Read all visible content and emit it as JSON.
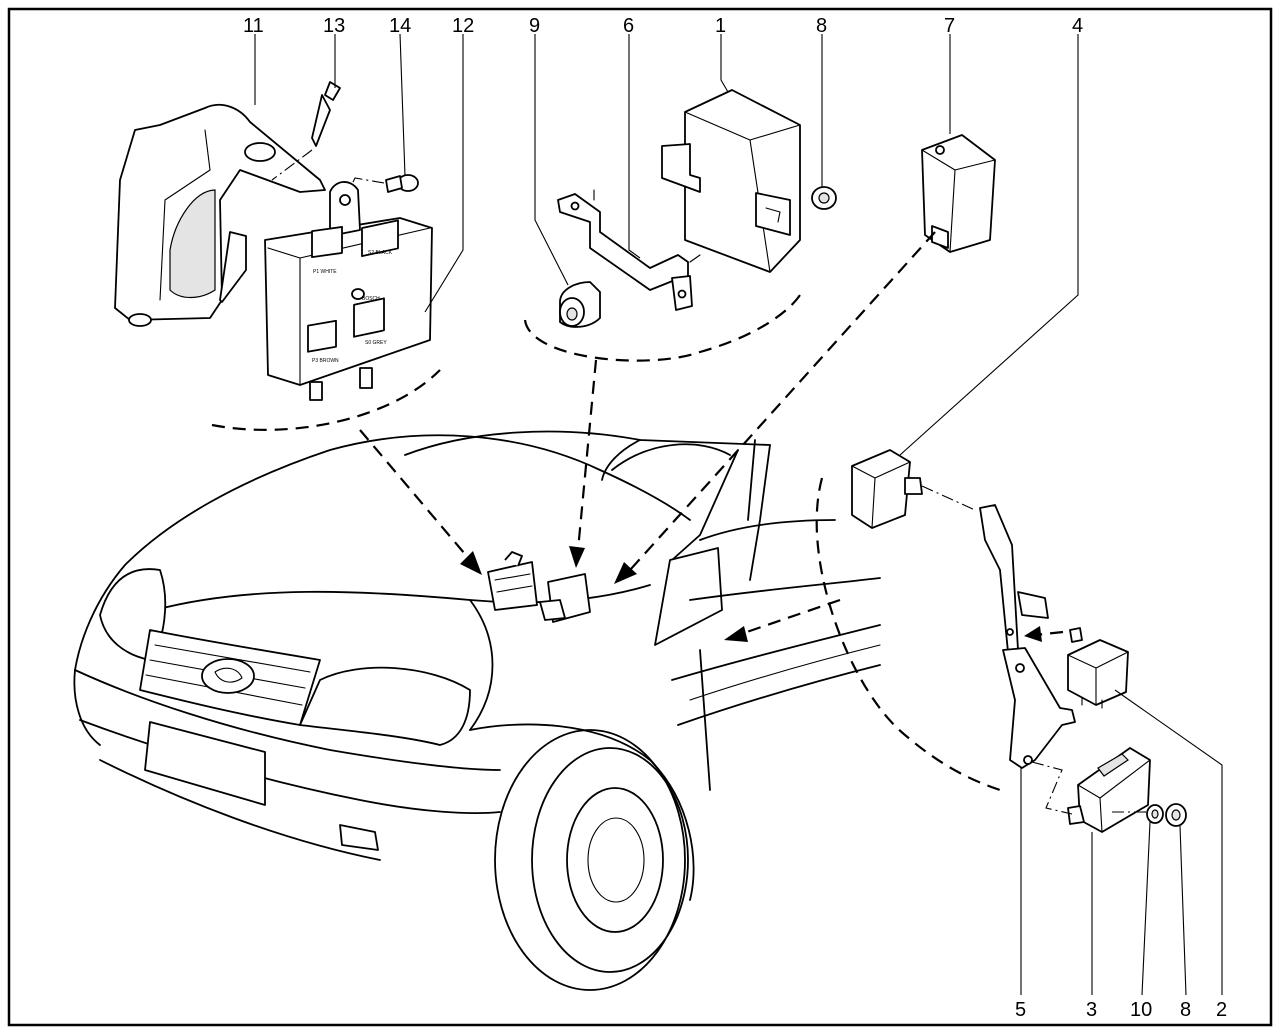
{
  "callouts": [
    {
      "id": "c11",
      "label": "11"
    },
    {
      "id": "c13",
      "label": "13"
    },
    {
      "id": "c14",
      "label": "14"
    },
    {
      "id": "c12",
      "label": "12"
    },
    {
      "id": "c9",
      "label": "9"
    },
    {
      "id": "c6",
      "label": "6"
    },
    {
      "id": "c1",
      "label": "1"
    },
    {
      "id": "c8top",
      "label": "8"
    },
    {
      "id": "c7",
      "label": "7"
    },
    {
      "id": "c4",
      "label": "4"
    },
    {
      "id": "c5",
      "label": "5"
    },
    {
      "id": "c3",
      "label": "3"
    },
    {
      "id": "c10",
      "label": "10"
    },
    {
      "id": "c8bottom",
      "label": "8"
    },
    {
      "id": "c2",
      "label": "2"
    }
  ],
  "module_markings": {
    "connector_white": "P1 WHITE",
    "connector_black": "S2 BLACK",
    "connector_brown": "P3 BROWN",
    "connector_grey": "S0 GREY",
    "maker": "BOSCH"
  }
}
